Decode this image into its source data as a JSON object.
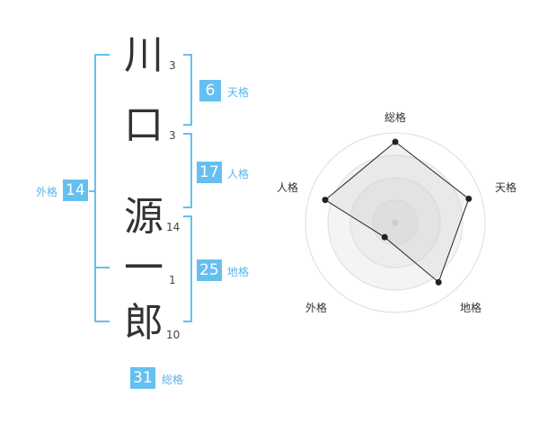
{
  "name": {
    "chars": [
      {
        "char": "川",
        "strokes": "3"
      },
      {
        "char": "口",
        "strokes": "3"
      },
      {
        "char": "源",
        "strokes": "14"
      },
      {
        "char": "一",
        "strokes": "1"
      },
      {
        "char": "郎",
        "strokes": "10"
      }
    ]
  },
  "kaku": {
    "tenkaku": {
      "value": "6",
      "label": "天格"
    },
    "jinkaku": {
      "value": "17",
      "label": "人格"
    },
    "chikaku": {
      "value": "25",
      "label": "地格"
    },
    "gaikaku": {
      "value": "14",
      "label": "外格"
    },
    "soukaku": {
      "value": "31",
      "label": "総格"
    }
  },
  "colors": {
    "accent": "#64c0f0",
    "text": "#333333"
  },
  "chart_data": {
    "type": "radar",
    "axes": [
      "総格",
      "天格",
      "地格",
      "外格",
      "人格"
    ],
    "values": [
      0.9,
      0.86,
      0.82,
      0.2,
      0.82
    ],
    "rings": 4,
    "max": 1
  }
}
